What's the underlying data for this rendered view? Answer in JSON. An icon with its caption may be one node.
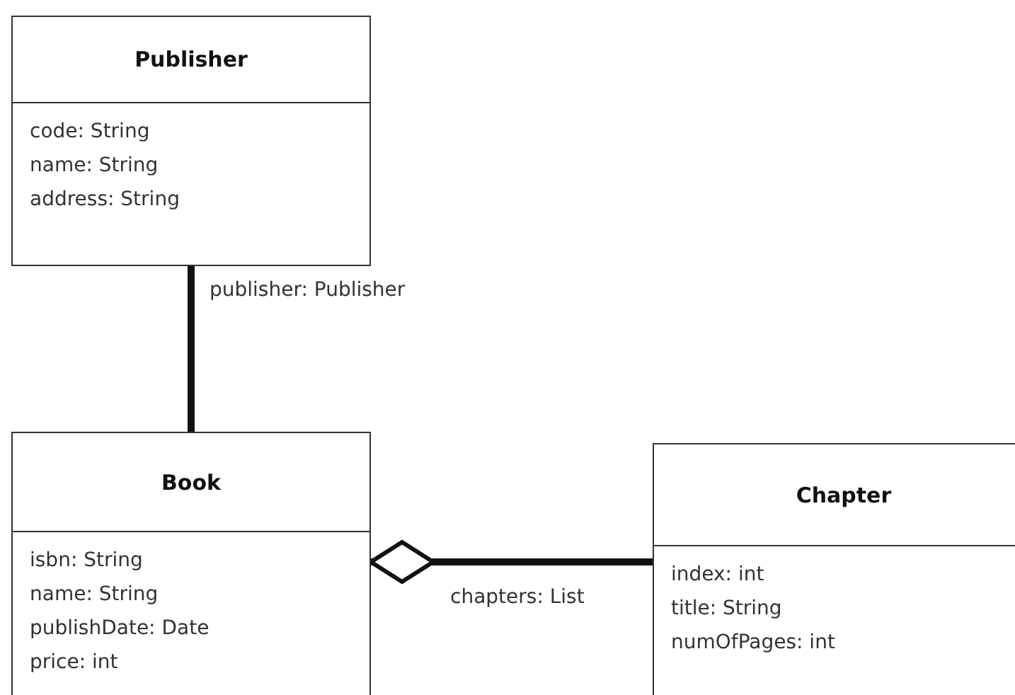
{
  "diagram": {
    "nodes": [
      {
        "text": [
          "Publisher",
          "code: String",
          "name: String",
          "address: String"
        ]
      },
      {
        "text": [
          "Book",
          "isbn: String",
          "name: String",
          "publishDate: Date",
          "price: int"
        ]
      },
      {
        "text": [
          "Chapter",
          "index: int",
          "title: String",
          "numOfPages: int"
        ]
      }
    ],
    "edges": [
      {
        "from": 0,
        "to": 1,
        "arrow": "none",
        "label": "publisher: Publisher"
      },
      {
        "from": 1,
        "to": 2,
        "arrow": "other",
        "label": "chapters: List"
      }
    ]
  }
}
